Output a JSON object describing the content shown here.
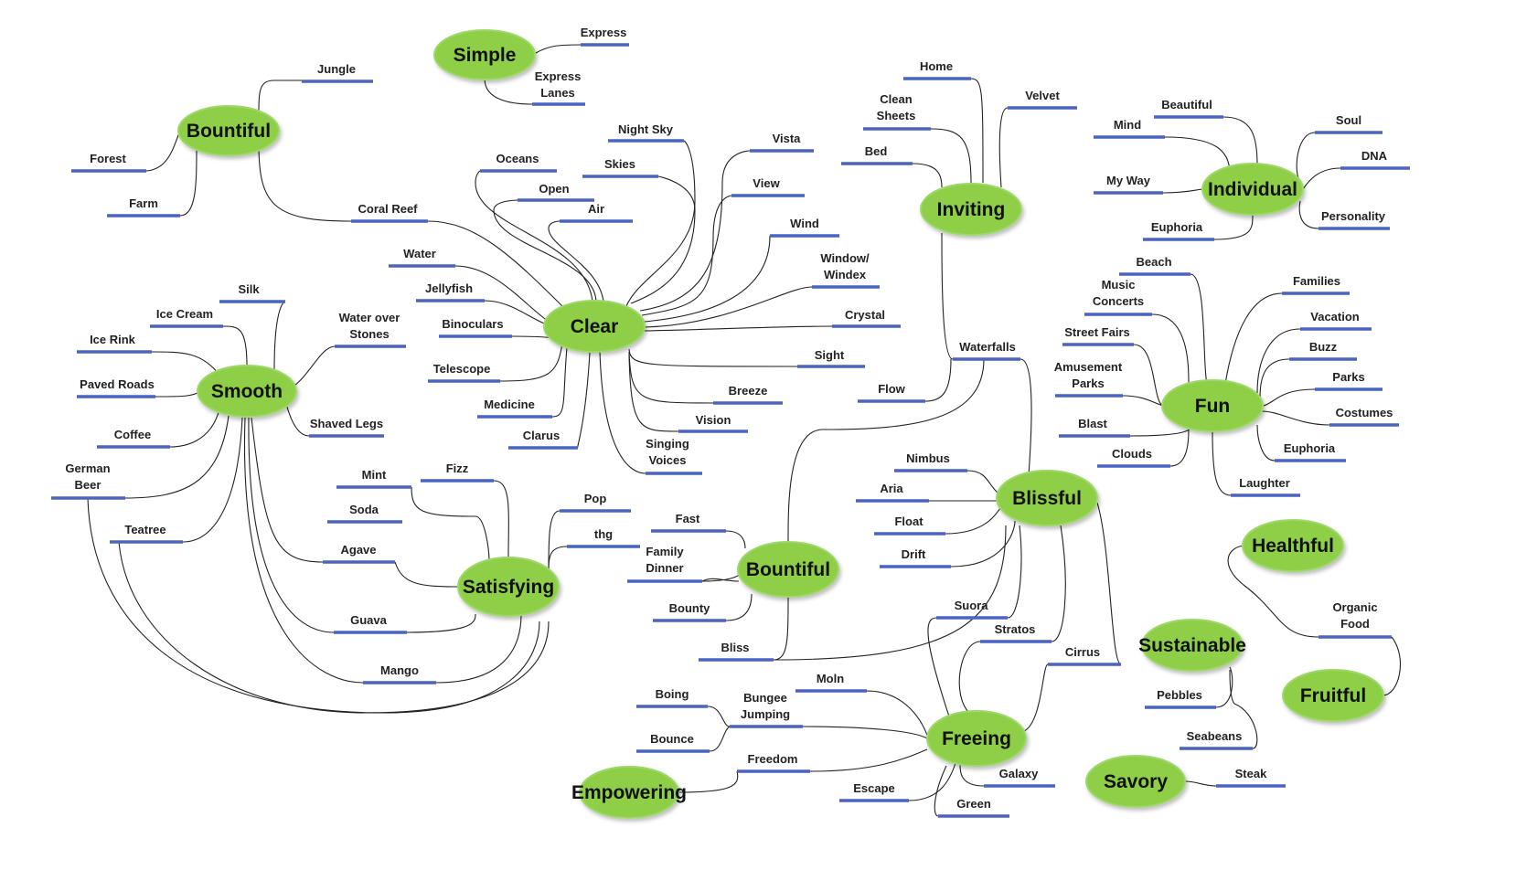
{
  "hubs": [
    {
      "id": "bountiful1",
      "label": "Bountiful"
    },
    {
      "id": "simple",
      "label": "Simple"
    },
    {
      "id": "clear",
      "label": "Clear"
    },
    {
      "id": "smooth",
      "label": "Smooth"
    },
    {
      "id": "satisfying",
      "label": "Satisfying"
    },
    {
      "id": "bountiful2",
      "label": "Bountiful"
    },
    {
      "id": "inviting",
      "label": "Inviting"
    },
    {
      "id": "individual",
      "label": "Individual"
    },
    {
      "id": "fun",
      "label": "Fun"
    },
    {
      "id": "blissful",
      "label": "Blissful"
    },
    {
      "id": "healthful",
      "label": "Healthful"
    },
    {
      "id": "sustainable",
      "label": "Sustainable"
    },
    {
      "id": "fruitful",
      "label": "Fruitful"
    },
    {
      "id": "freeing",
      "label": "Freeing"
    },
    {
      "id": "empowering",
      "label": "Empowering"
    },
    {
      "id": "savory",
      "label": "Savory"
    }
  ],
  "leaves": [
    {
      "id": "jungle",
      "lines": [
        "Jungle"
      ]
    },
    {
      "id": "forest",
      "lines": [
        "Forest"
      ]
    },
    {
      "id": "farm",
      "lines": [
        "Farm"
      ]
    },
    {
      "id": "coralreef",
      "lines": [
        "Coral Reef"
      ]
    },
    {
      "id": "express",
      "lines": [
        "Express"
      ]
    },
    {
      "id": "expresslanes",
      "lines": [
        "Express",
        "Lanes"
      ]
    },
    {
      "id": "nightsky",
      "lines": [
        "Night Sky"
      ]
    },
    {
      "id": "oceans",
      "lines": [
        "Oceans"
      ]
    },
    {
      "id": "skies",
      "lines": [
        "Skies"
      ]
    },
    {
      "id": "open",
      "lines": [
        "Open"
      ]
    },
    {
      "id": "air",
      "lines": [
        "Air"
      ]
    },
    {
      "id": "vista",
      "lines": [
        "Vista"
      ]
    },
    {
      "id": "view",
      "lines": [
        "View"
      ]
    },
    {
      "id": "wind",
      "lines": [
        "Wind"
      ]
    },
    {
      "id": "windex",
      "lines": [
        "Window/",
        "Windex"
      ]
    },
    {
      "id": "crystal",
      "lines": [
        "Crystal"
      ]
    },
    {
      "id": "sight",
      "lines": [
        "Sight"
      ]
    },
    {
      "id": "breeze",
      "lines": [
        "Breeze"
      ]
    },
    {
      "id": "vision",
      "lines": [
        "Vision"
      ]
    },
    {
      "id": "singing",
      "lines": [
        "Singing",
        "Voices"
      ]
    },
    {
      "id": "clarus",
      "lines": [
        "Clarus"
      ]
    },
    {
      "id": "medicine",
      "lines": [
        "Medicine"
      ]
    },
    {
      "id": "telescope",
      "lines": [
        "Telescope"
      ]
    },
    {
      "id": "binoculars",
      "lines": [
        "Binoculars"
      ]
    },
    {
      "id": "jellyfish",
      "lines": [
        "Jellyfish"
      ]
    },
    {
      "id": "water",
      "lines": [
        "Water"
      ]
    },
    {
      "id": "silk",
      "lines": [
        "Silk"
      ]
    },
    {
      "id": "icecream",
      "lines": [
        "Ice Cream"
      ]
    },
    {
      "id": "icerink",
      "lines": [
        "Ice Rink"
      ]
    },
    {
      "id": "pavedroads",
      "lines": [
        "Paved Roads"
      ]
    },
    {
      "id": "coffee",
      "lines": [
        "Coffee"
      ]
    },
    {
      "id": "germanbeer",
      "lines": [
        "German",
        "Beer"
      ]
    },
    {
      "id": "teatree",
      "lines": [
        "Teatree"
      ]
    },
    {
      "id": "wateroverstones",
      "lines": [
        "Water over",
        "Stones"
      ]
    },
    {
      "id": "shavedlegs",
      "lines": [
        "Shaved Legs"
      ]
    },
    {
      "id": "mint",
      "lines": [
        "Mint"
      ]
    },
    {
      "id": "fizz",
      "lines": [
        "Fizz"
      ]
    },
    {
      "id": "soda",
      "lines": [
        "Soda"
      ]
    },
    {
      "id": "agave",
      "lines": [
        "Agave"
      ]
    },
    {
      "id": "guava",
      "lines": [
        "Guava"
      ]
    },
    {
      "id": "mango",
      "lines": [
        "Mango"
      ]
    },
    {
      "id": "pop",
      "lines": [
        "Pop"
      ]
    },
    {
      "id": "thg",
      "lines": [
        "thg"
      ]
    },
    {
      "id": "fast",
      "lines": [
        "Fast"
      ]
    },
    {
      "id": "familydinner",
      "lines": [
        "Family",
        "Dinner"
      ]
    },
    {
      "id": "bounty",
      "lines": [
        "Bounty"
      ]
    },
    {
      "id": "bliss",
      "lines": [
        "Bliss"
      ]
    },
    {
      "id": "home",
      "lines": [
        "Home"
      ]
    },
    {
      "id": "cleansheets",
      "lines": [
        "Clean",
        "Sheets"
      ]
    },
    {
      "id": "bed",
      "lines": [
        "Bed"
      ]
    },
    {
      "id": "velvet",
      "lines": [
        "Velvet"
      ]
    },
    {
      "id": "waterfalls",
      "lines": [
        "Waterfalls"
      ]
    },
    {
      "id": "flow",
      "lines": [
        "Flow"
      ]
    },
    {
      "id": "beautiful",
      "lines": [
        "Beautiful"
      ]
    },
    {
      "id": "mind",
      "lines": [
        "Mind"
      ]
    },
    {
      "id": "myway",
      "lines": [
        "My Way"
      ]
    },
    {
      "id": "euphoria1",
      "lines": [
        "Euphoria"
      ]
    },
    {
      "id": "soul",
      "lines": [
        "Soul"
      ]
    },
    {
      "id": "dna",
      "lines": [
        "DNA"
      ]
    },
    {
      "id": "personality",
      "lines": [
        "Personality"
      ]
    },
    {
      "id": "beach",
      "lines": [
        "Beach"
      ]
    },
    {
      "id": "musicconcerts",
      "lines": [
        "Music",
        "Concerts"
      ]
    },
    {
      "id": "streetfairs",
      "lines": [
        "Street Fairs"
      ]
    },
    {
      "id": "amusementparks",
      "lines": [
        "Amusement",
        "Parks"
      ]
    },
    {
      "id": "blast",
      "lines": [
        "Blast"
      ]
    },
    {
      "id": "clouds",
      "lines": [
        "Clouds"
      ]
    },
    {
      "id": "families",
      "lines": [
        "Families"
      ]
    },
    {
      "id": "vacation",
      "lines": [
        "Vacation"
      ]
    },
    {
      "id": "buzz",
      "lines": [
        "Buzz"
      ]
    },
    {
      "id": "parks",
      "lines": [
        "Parks"
      ]
    },
    {
      "id": "costumes",
      "lines": [
        "Costumes"
      ]
    },
    {
      "id": "euphoria2",
      "lines": [
        "Euphoria"
      ]
    },
    {
      "id": "laughter",
      "lines": [
        "Laughter"
      ]
    },
    {
      "id": "nimbus",
      "lines": [
        "Nimbus"
      ]
    },
    {
      "id": "aria",
      "lines": [
        "Aria"
      ]
    },
    {
      "id": "float",
      "lines": [
        "Float"
      ]
    },
    {
      "id": "drift",
      "lines": [
        "Drift"
      ]
    },
    {
      "id": "suora",
      "lines": [
        "Suora"
      ]
    },
    {
      "id": "stratos",
      "lines": [
        "Stratos"
      ]
    },
    {
      "id": "cirrus",
      "lines": [
        "Cirrus"
      ]
    },
    {
      "id": "organicfood",
      "lines": [
        "Organic",
        "Food"
      ]
    },
    {
      "id": "pebbles",
      "lines": [
        "Pebbles"
      ]
    },
    {
      "id": "seabeans",
      "lines": [
        "Seabeans"
      ]
    },
    {
      "id": "boing",
      "lines": [
        "Boing"
      ]
    },
    {
      "id": "bungee",
      "lines": [
        "Bungee",
        "Jumping"
      ]
    },
    {
      "id": "moln",
      "lines": [
        "Moln"
      ]
    },
    {
      "id": "bounce",
      "lines": [
        "Bounce"
      ]
    },
    {
      "id": "freedom",
      "lines": [
        "Freedom"
      ]
    },
    {
      "id": "escape",
      "lines": [
        "Escape"
      ]
    },
    {
      "id": "galaxy",
      "lines": [
        "Galaxy"
      ]
    },
    {
      "id": "green",
      "lines": [
        "Green"
      ]
    },
    {
      "id": "steak",
      "lines": [
        "Steak"
      ]
    }
  ],
  "colors": {
    "hub_fill": "#8fcf47",
    "leaf_underline": "#4a64c0",
    "connector": "#222222"
  }
}
